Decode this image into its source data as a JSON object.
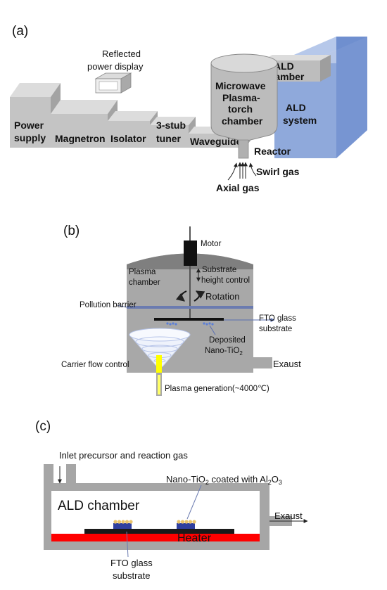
{
  "panel_a": {
    "label": "(a)",
    "components": {
      "power_supply": [
        "Power",
        "supply"
      ],
      "magnetron": "Magnetron",
      "isolator": "Isolator",
      "tuner": [
        "3-stub",
        "tuner"
      ],
      "waveguide": "Waveguide",
      "plasma_torch": [
        "Microwave",
        "Plasma-",
        "torch",
        "chamber"
      ],
      "ald_chamber": [
        "ALD",
        "chamber"
      ],
      "ald_system": [
        "ALD",
        "system"
      ],
      "reflected_display": [
        "Reflected",
        "power display"
      ],
      "reactor": "Reactor",
      "swirl_gas": "Swirl gas",
      "axial_gas": "Axial gas"
    },
    "colors": {
      "box_front": "#c4c4c4",
      "box_top": "#dcdcdc",
      "box_side": "#a3a3a3",
      "ald_front": "#8fa9db",
      "ald_side": "#6f8fcf"
    }
  },
  "panel_b": {
    "label": "(b)",
    "labels": {
      "motor": "Motor",
      "plasma_chamber": [
        "Plasma",
        "chamber"
      ],
      "height_control": [
        "Substrate",
        "height control"
      ],
      "rotation": "Rotation",
      "pollution_barrier": "Pollution barrier",
      "fto": [
        "FTO glass",
        "substrate"
      ],
      "deposited": [
        "Deposited",
        "Nano-TiO"
      ],
      "deposited_sub": "2",
      "carrier": "Carrier flow control",
      "exhaust": "Exaust",
      "plasma_generation": "Plasma generation(~4000℃)"
    },
    "colors": {
      "chamber": "#a8a8a8",
      "dome": "#7f7f7f",
      "flame": "#ffff00",
      "barrier": "#6b7bb0"
    }
  },
  "panel_c": {
    "label": "(c)",
    "labels": {
      "inlet": "Inlet precursor and reaction gas",
      "coated_a": "Nano-TiO",
      "coated_sub1": "2",
      "coated_b": " coated with Al",
      "coated_sub2": "2",
      "coated_c": "O",
      "coated_sub3": "3",
      "ald_chamber": "ALD chamber",
      "exhaust": "Exaust",
      "heater": "Heater",
      "fto": [
        "FTO glass",
        "substrate"
      ]
    },
    "colors": {
      "wall": "#a6a6a6",
      "heater": "#ff0000",
      "substrate": "#1a1a1a",
      "tio2": "#2f3f9f",
      "particle": "#e9c36a"
    }
  }
}
